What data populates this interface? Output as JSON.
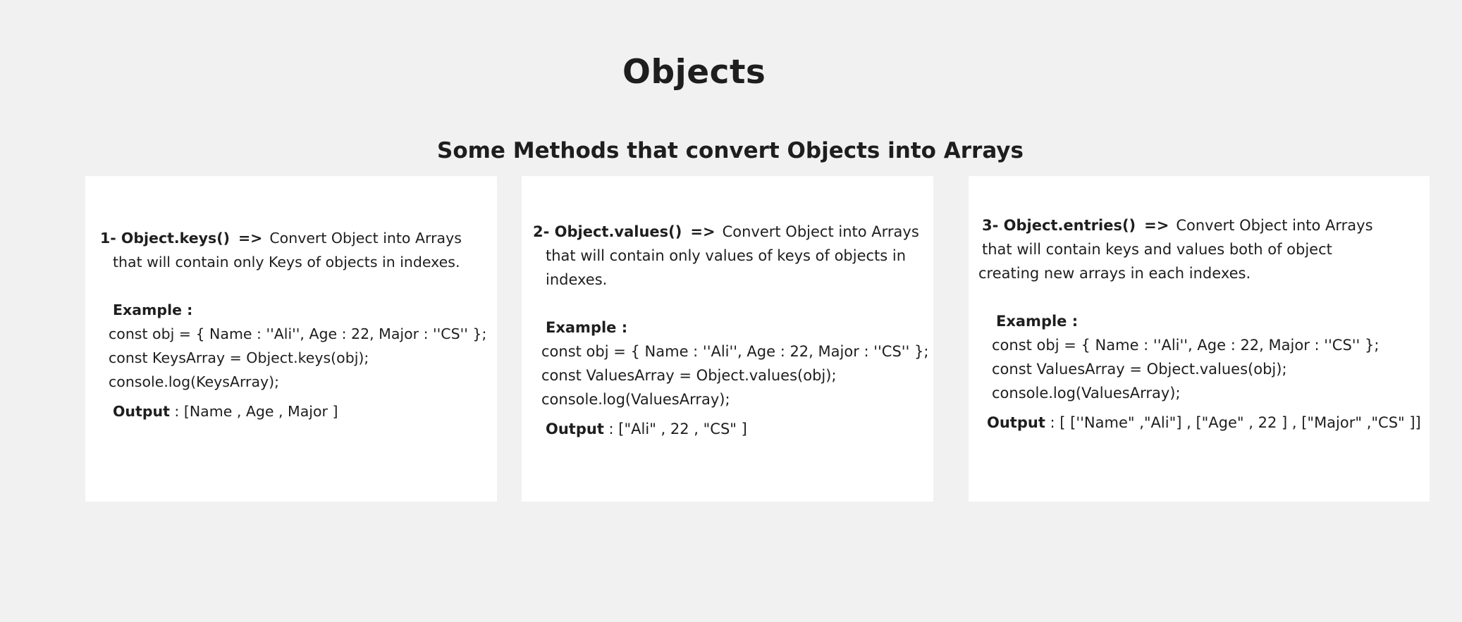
{
  "page": {
    "title": "Objects",
    "subtitle": "Some Methods that convert Objects into Arrays"
  },
  "cards": [
    {
      "heading": "1- Object.keys()",
      "arrow": "=>",
      "desc1": "Convert Object into Arrays",
      "desc2": "that will contain only Keys of objects in indexes.",
      "example_label": "Example :",
      "code": [
        "const obj = { Name : ''Ali'', Age : 22,  Major : ''CS'' };",
        "const KeysArray = Object.keys(obj);",
        "console.log(KeysArray);"
      ],
      "output_label": "Output",
      "output_value": " : [Name , Age , Major ]"
    },
    {
      "heading": "2- Object.values()",
      "arrow": "=>",
      "desc1": "Convert Object into Arrays",
      "desc2": "that will contain only values of keys of objects in",
      "desc3": "indexes.",
      "example_label": "Example :",
      "code": [
        "const obj = { Name : ''Ali'', Age : 22,  Major : ''CS'' };",
        "const ValuesArray = Object.values(obj);",
        "console.log(ValuesArray);"
      ],
      "output_label": "Output",
      "output_value": " : [\"Ali\" , 22 , \"CS\" ]"
    },
    {
      "heading": "3- Object.entries()",
      "arrow": "=>",
      "desc1": "Convert Object into Arrays",
      "desc2": "that will contain keys and values both of object",
      "desc3": "creating new arrays in each indexes.",
      "example_label": "Example :",
      "code": [
        "const obj = { Name : ''Ali'', Age : 22,  Major : ''CS'' };",
        "const ValuesArray = Object.values(obj);",
        "console.log(ValuesArray);"
      ],
      "output_label": "Output",
      "output_value": " : [ [''Name\" ,\"Ali\"] , [\"Age\" , 22 ] , [\"Major\" ,\"CS\" ]]"
    }
  ]
}
